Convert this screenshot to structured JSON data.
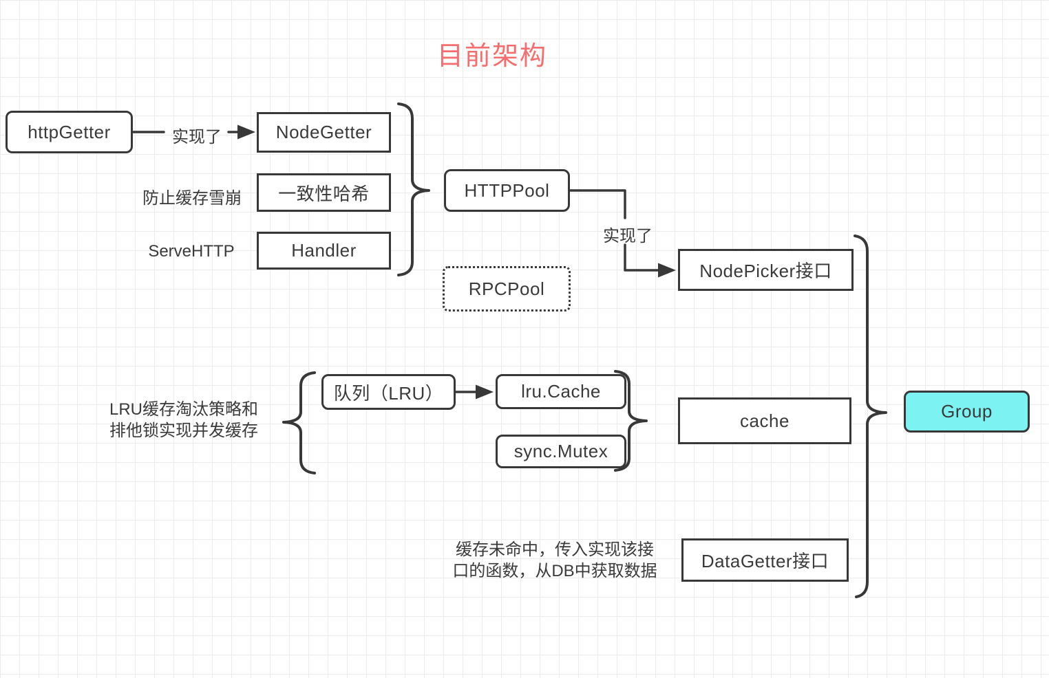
{
  "title": "目前架构",
  "nodes": {
    "http_getter": {
      "label": "httpGetter"
    },
    "node_getter": {
      "label": "NodeGetter"
    },
    "consistent_hash": {
      "label": "一致性哈希"
    },
    "handler": {
      "label": "Handler"
    },
    "http_pool": {
      "label": "HTTPPool"
    },
    "rpc_pool": {
      "label": "RPCPool"
    },
    "node_picker": {
      "label": "NodePicker接口"
    },
    "queue_lru": {
      "label": "队列（LRU）"
    },
    "lru_cache": {
      "label": "lru.Cache"
    },
    "sync_mutex": {
      "label": "sync.Mutex"
    },
    "cache": {
      "label": "cache"
    },
    "data_getter": {
      "label": "DataGetter接口"
    },
    "group": {
      "label": "Group"
    }
  },
  "annotations": {
    "implements_1": "实现了",
    "implements_2": "实现了",
    "prevent_avalanche": "防止缓存雪崩",
    "serve_http": "ServeHTTP",
    "lru_note_line1": "LRU缓存淘汰策略和",
    "lru_note_line2": "排他锁实现并发缓存",
    "cache_miss_line1": "缓存未命中，传入实现该接",
    "cache_miss_line2": "口的函数，从DB中获取数据"
  },
  "colors": {
    "title_accent": "#f76c6c",
    "node_border": "#383838",
    "group_fill": "#7df2f2",
    "grid_line": "#ececec"
  }
}
